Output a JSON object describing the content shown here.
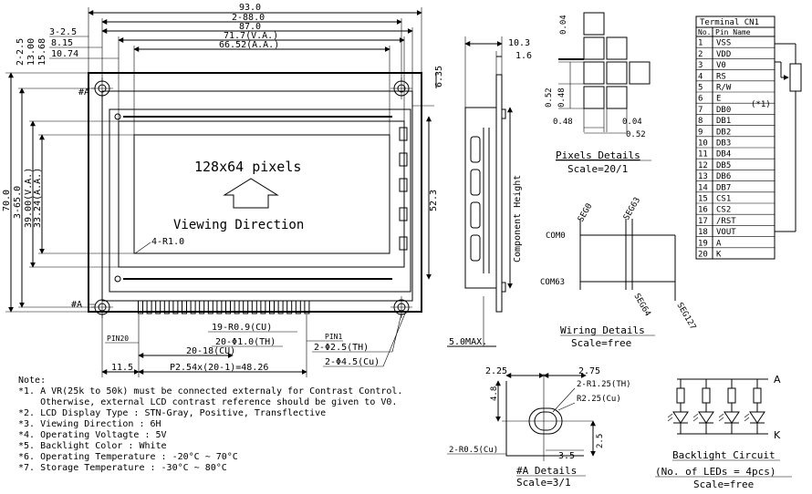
{
  "front": {
    "dims": {
      "total_w": "93.0",
      "w_880": "2-88.0",
      "w_870": "87.0",
      "va_w": "71.7(V.A.)",
      "aa_w": "66.52(A.A.)",
      "l_325": "3-2.5",
      "l_815": "8.15",
      "l_1074": "10.74",
      "l_25": "2-2.5",
      "l_1300": "13.00",
      "l_1568": "15.68",
      "r_635": "6.35",
      "total_h": "70.0",
      "h_650": "3-65.0",
      "va_h": "39.00(V.A.)",
      "aa_h": "33.24(A.A.)",
      "h_523": "52.3",
      "r10": "4-R1.0",
      "pins": "19-R0.9(CU)",
      "th": "20-Φ1.0(TH)",
      "cu": "20-18(CU)",
      "pitch": "P2.54x(20-1)=48.26",
      "d115": "11.5",
      "pin1": "PIN1",
      "pin20": "PIN20",
      "holes_th": "2-Φ2.5(TH)",
      "holes_cu": "2-Φ4.5(Cu)",
      "mark_a": "#A"
    },
    "display_text": "128x64 pixels",
    "viewing_text": "Viewing Direction"
  },
  "side": {
    "d103": "10.3",
    "d16": "1.6",
    "comp_h": "Component Height",
    "d50": "5.0MAX."
  },
  "pixels": {
    "d004t": "0.04",
    "d052": "0.52",
    "d048v": "0.48",
    "d048h": "0.48",
    "d004b": "0.04",
    "d052b": "0.52",
    "title": "Pixels Details",
    "scale": "Scale=20/1"
  },
  "wiring": {
    "seg0": "SEG0",
    "seg63": "SEG63",
    "seg64": "SEG64",
    "seg127": "SEG127",
    "com0": "COM0",
    "com63": "COM63",
    "title": "Wiring Details",
    "scale": "Scale=free"
  },
  "terminal": {
    "title": "Terminal CN1",
    "h_no": "No.",
    "h_pin": "Pin Name",
    "rows": [
      {
        "no": "1",
        "name": "VSS"
      },
      {
        "no": "2",
        "name": "VDD"
      },
      {
        "no": "3",
        "name": "V0"
      },
      {
        "no": "4",
        "name": "RS"
      },
      {
        "no": "5",
        "name": "R/W"
      },
      {
        "no": "6",
        "name": "E"
      },
      {
        "no": "7",
        "name": "DB0"
      },
      {
        "no": "8",
        "name": "DB1"
      },
      {
        "no": "9",
        "name": "DB2"
      },
      {
        "no": "10",
        "name": "DB3"
      },
      {
        "no": "11",
        "name": "DB4"
      },
      {
        "no": "12",
        "name": "DB5"
      },
      {
        "no": "13",
        "name": "DB6"
      },
      {
        "no": "14",
        "name": "DB7"
      },
      {
        "no": "15",
        "name": "CS1"
      },
      {
        "no": "16",
        "name": "CS2"
      },
      {
        "no": "17",
        "name": "/RST"
      },
      {
        "no": "18",
        "name": "VOUT"
      },
      {
        "no": "19",
        "name": "A"
      },
      {
        "no": "20",
        "name": "K"
      }
    ],
    "note_ref": "(*1)"
  },
  "notes": {
    "title": "Note:",
    "lines": [
      "*1. A VR(25k to 50k) must be connected externaly for Contrast Control.",
      "    Otherwise, external LCD contrast reference should be given to V0.",
      "*2. LCD Display Type : STN-Gray, Positive, Transflective",
      "*3. Viewing Direction : 6H",
      "*4. Operating Voltagte : 5V",
      "*5. Backlight Color : White",
      "*6. Operating Temperature : -20°C ~ 70°C",
      "*7. Storage Temperature : -30°C ~ 80°C"
    ]
  },
  "a_details": {
    "d225": "2.25",
    "d275": "2.75",
    "d48": "4.8",
    "r125": "2-R1.25(TH)",
    "r225": "R2.25(Cu)",
    "r05": "2-R0.5(Cu)",
    "d35": "3.5",
    "d25": "2.5",
    "title": "#A Details",
    "scale": "Scale=3/1"
  },
  "backlight": {
    "label_a": "A",
    "label_k": "K",
    "title": "Backlight Circuit",
    "subtitle": "(No. of LEDs = 4pcs)",
    "scale": "Scale=free"
  }
}
